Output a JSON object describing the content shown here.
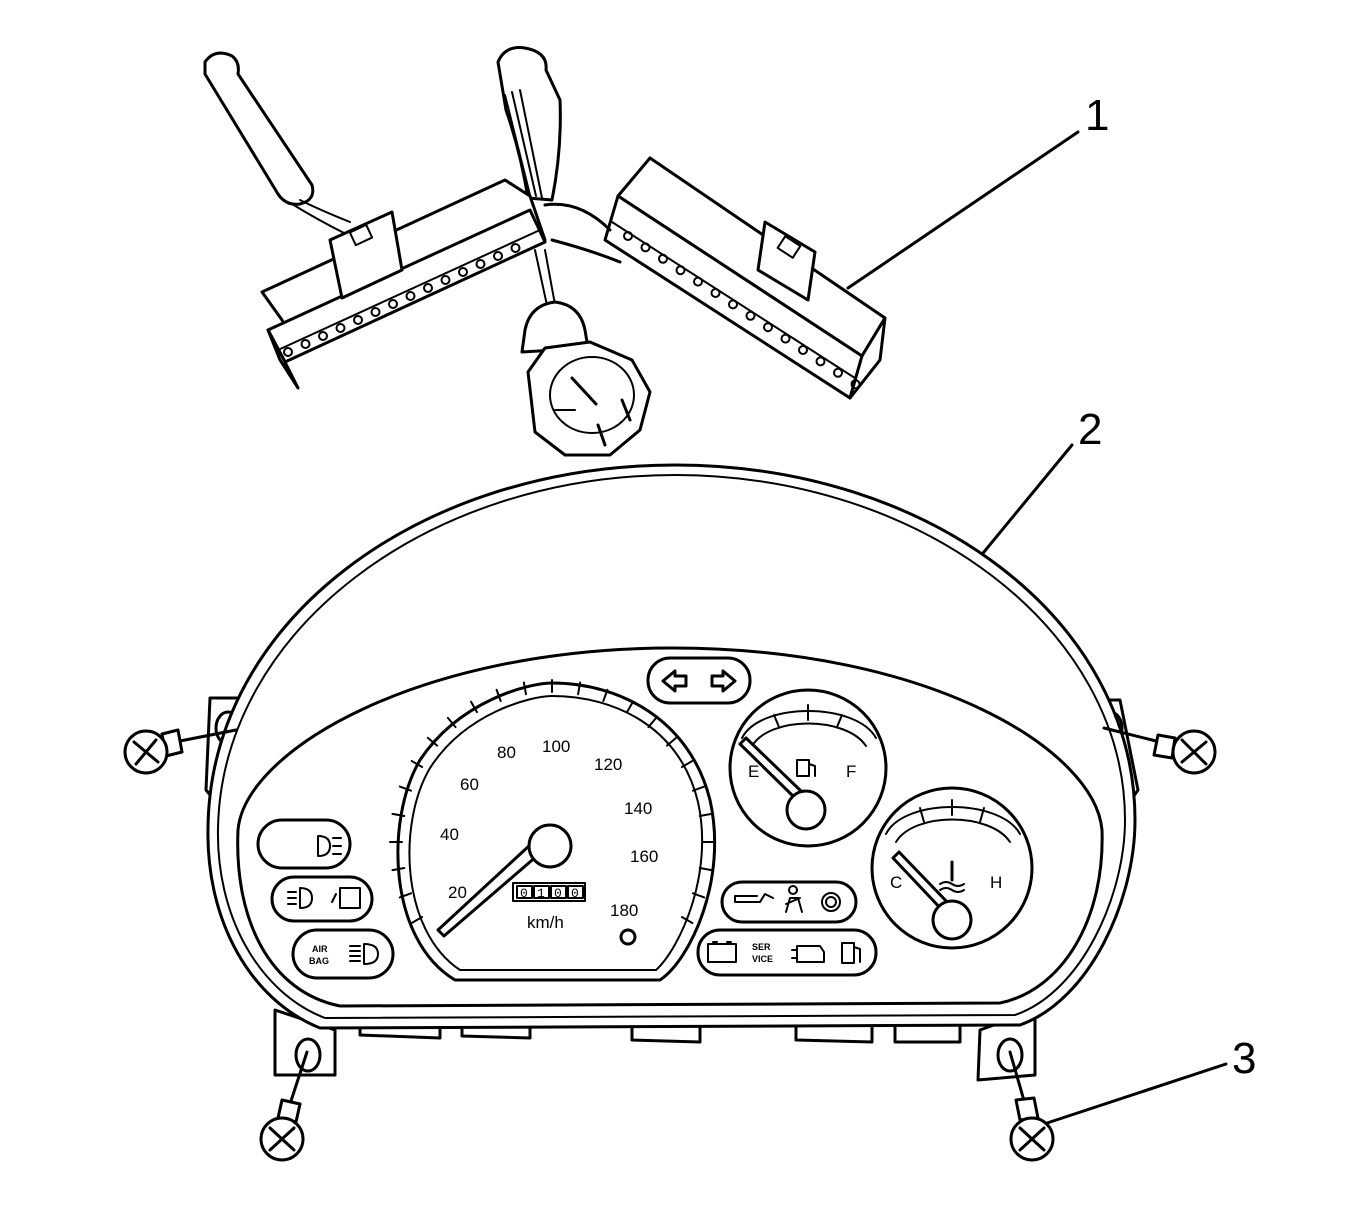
{
  "callouts": {
    "one": "1",
    "two": "2",
    "three": "3"
  },
  "speedometer": {
    "labels": [
      "20",
      "40",
      "60",
      "80",
      "100",
      "120",
      "140",
      "160",
      "180"
    ],
    "unit": "km/h",
    "odometer": [
      "0",
      "1",
      "0",
      "0"
    ]
  },
  "fuel_gauge": {
    "empty": "E",
    "full": "F"
  },
  "temp_gauge": {
    "cold": "C",
    "hot": "H"
  },
  "indicators": {
    "airbag_line1": "AIR",
    "airbag_line2": "BAG",
    "service_line1": "SER",
    "service_line2": "VICE"
  },
  "icons": [
    "connector-harness-icon",
    "screw-icon",
    "turn-signal-arrow-icon",
    "fuel-pump-icon",
    "coolant-temp-icon",
    "oil-can-icon",
    "battery-icon",
    "engine-icon",
    "seatbelt-icon",
    "fog-light-icon",
    "headlight-icon"
  ]
}
